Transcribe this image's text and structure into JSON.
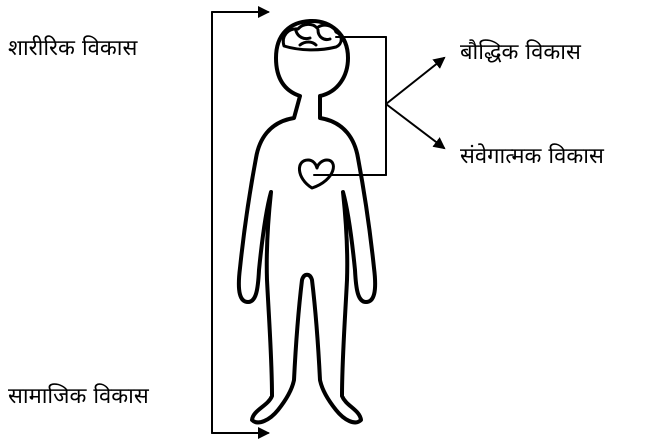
{
  "labels": {
    "physical": "शारीरिक विकास",
    "social": "सामाजिक विकास",
    "intellectual": "बौद्धिक विकास",
    "emotional": "संवेगात्मक विकास"
  },
  "colors": {
    "line": "#000000",
    "background": "#ffffff"
  },
  "icons": [
    "child-outline",
    "brain-icon",
    "heart-icon",
    "arrow-icon"
  ]
}
